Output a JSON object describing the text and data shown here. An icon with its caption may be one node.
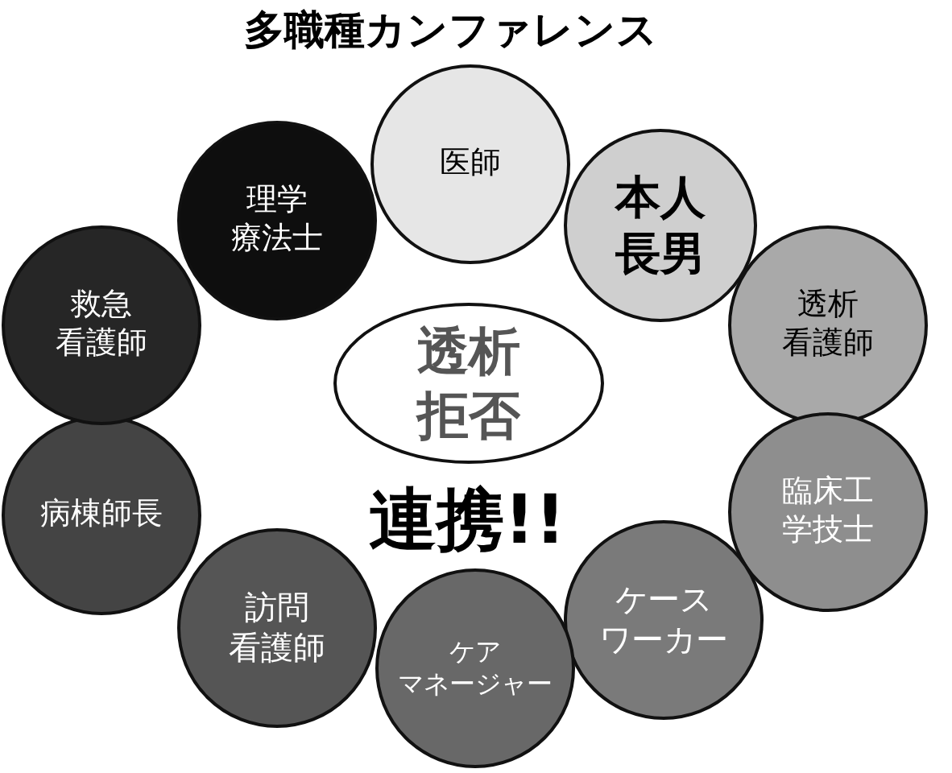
{
  "diagram": {
    "title": "多職種カンファレンス",
    "nodes": [
      {
        "text": [
          "医師"
        ]
      },
      {
        "text": [
          "本人長男"
        ]
      },
      {
        "text": [
          "透析看護師"
        ]
      },
      {
        "text": [
          "臨床工学技士"
        ]
      },
      {
        "text": [
          "ケースワーカー"
        ]
      },
      {
        "text": [
          "ケアマネージャー"
        ]
      },
      {
        "text": [
          "訪問看護師"
        ]
      },
      {
        "text": [
          "病棟師長"
        ]
      },
      {
        "text": [
          "救急看護師"
        ]
      },
      {
        "text": [
          "理学療法士"
        ]
      },
      {
        "text": [
          "透析拒否"
        ]
      }
    ],
    "labels": [
      "連携!!"
    ]
  }
}
